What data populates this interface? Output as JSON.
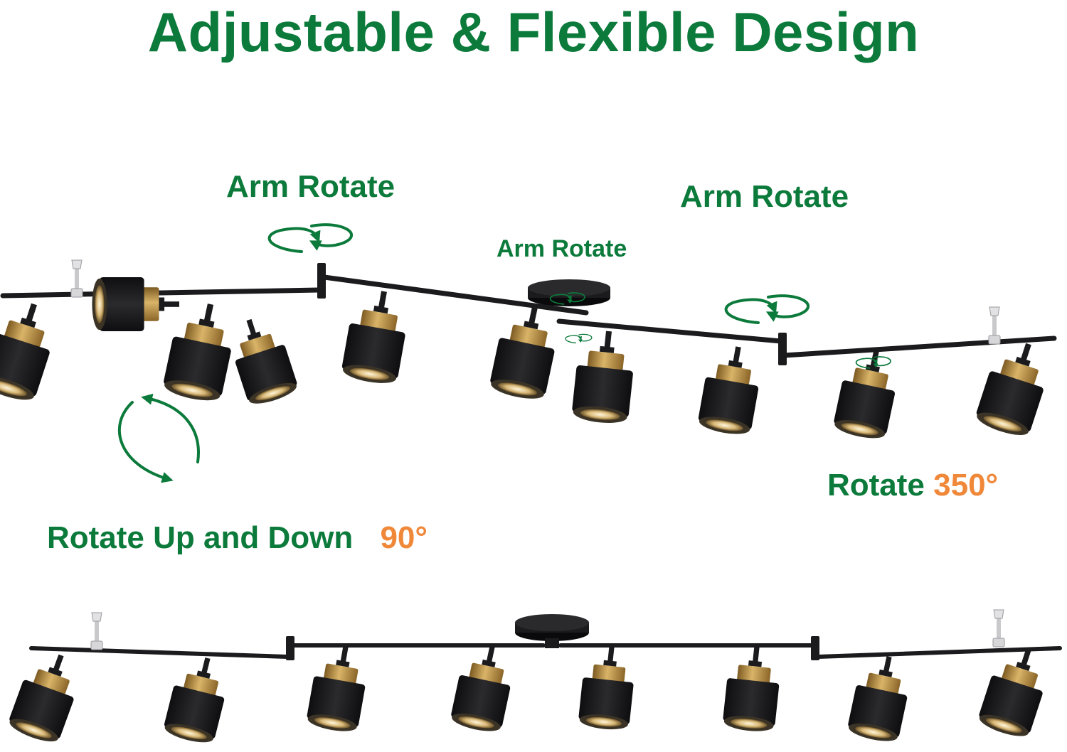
{
  "colors": {
    "heading_green": "#0b7a3b",
    "accent_orange": "#f0883a",
    "fixture_black": "#1b1b1d",
    "fixture_brass": "#b58a3d",
    "background": "#ffffff"
  },
  "title": "Adjustable & Flexible Design",
  "labels": {
    "arm_rotate_left": "Arm Rotate",
    "arm_rotate_center": "Arm Rotate",
    "arm_rotate_right": "Arm Rotate",
    "rotate_up_down_text": "Rotate Up and Down",
    "rotate_up_down_degrees": "90°",
    "rotate_text": "Rotate",
    "rotate_degrees": "350°"
  },
  "icons": {
    "arm_rotation": "curved-double-arrow-icon",
    "tilt_rotation": "curved-arrows-icon"
  }
}
